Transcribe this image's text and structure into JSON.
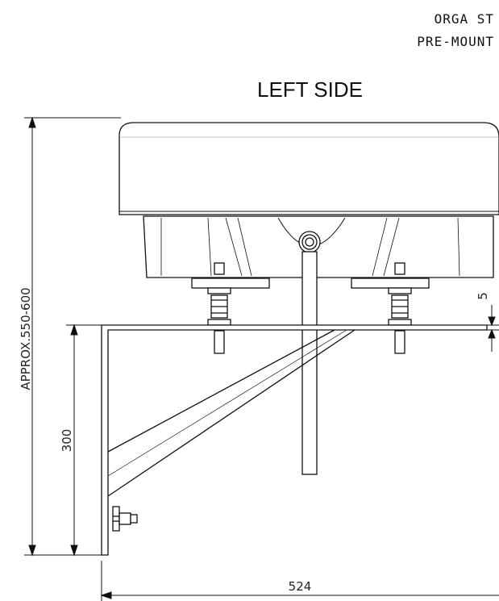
{
  "header": {
    "line1": "ORGA ST",
    "line2": "PRE-MOUNT"
  },
  "view_title": "LEFT SIDE",
  "dimensions": {
    "overall_height": "APPROX.550-600",
    "bracket_height": "300",
    "bracket_width": "524",
    "plate_thickness": "5"
  }
}
